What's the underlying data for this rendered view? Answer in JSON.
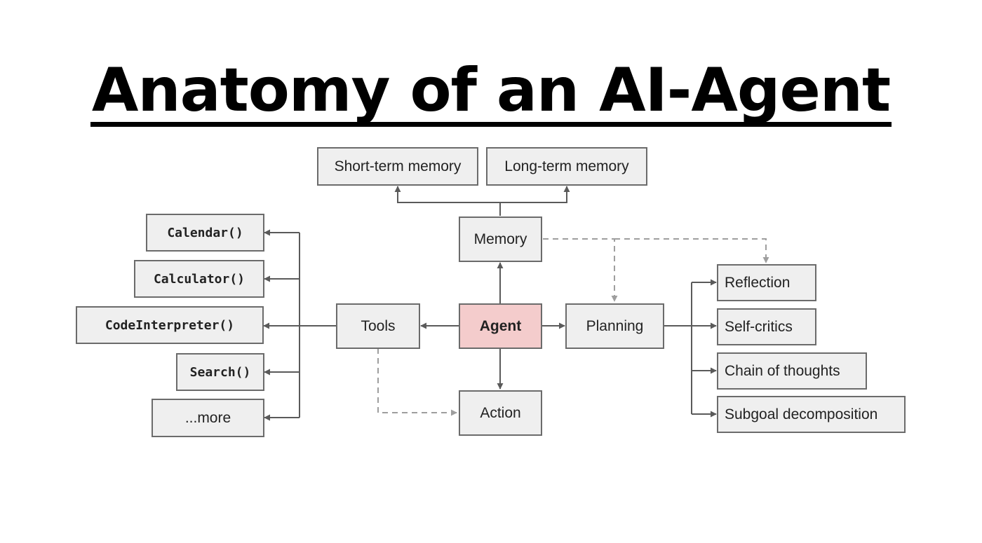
{
  "title": "Anatomy of an AI-Agent",
  "colors": {
    "agent_fill": "#f4cccc",
    "box_fill": "#efefef",
    "border": "#6b6b6b",
    "dashed": "#9e9e9e"
  },
  "nodes": {
    "agent": "Agent",
    "memory": "Memory",
    "short_term_memory": "Short-term memory",
    "long_term_memory": "Long-term memory",
    "tools": "Tools",
    "action": "Action",
    "planning": "Planning",
    "tool_items": [
      "Calendar()",
      "Calculator()",
      "CodeInterpreter()",
      "Search()",
      "...more"
    ],
    "planning_items": [
      "Reflection",
      "Self-critics",
      "Chain of thoughts",
      "Subgoal decomposition"
    ]
  }
}
